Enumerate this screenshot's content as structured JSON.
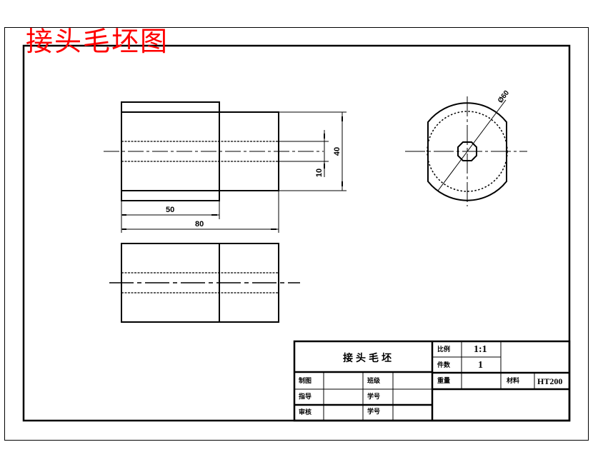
{
  "drawing": {
    "title": "接头毛坯图",
    "title_color": "#ff0000",
    "line_color": "#000000"
  },
  "dimensions": {
    "length_step": "50",
    "length_total": "80",
    "height_small": "40",
    "bore": "10",
    "diameter": "Ø60"
  },
  "title_block": {
    "part_name": "接头毛坯",
    "rows": [
      {
        "label1": "制图",
        "value1": "",
        "label2": "班级",
        "value2": ""
      },
      {
        "label1": "指导",
        "value1": "",
        "label2": "学号",
        "value2": ""
      },
      {
        "label1": "审核",
        "value1": "",
        "label2": "学号",
        "value2": ""
      }
    ],
    "scale_label": "比例",
    "scale_value": "1:1",
    "quantity_label": "件数",
    "quantity_value": "1",
    "weight_label": "重量",
    "weight_value": "",
    "material_label": "材料",
    "material_value": "HT200"
  }
}
